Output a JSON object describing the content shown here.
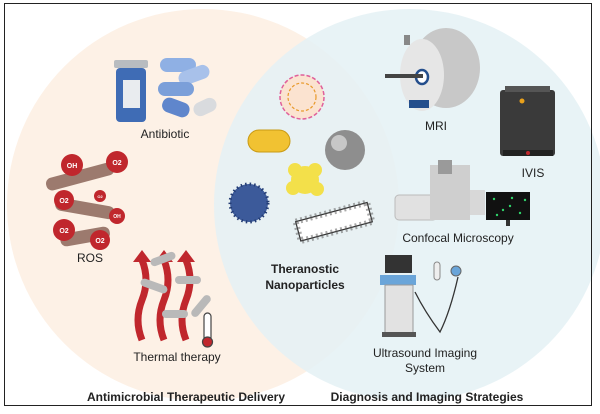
{
  "colors": {
    "left_circle": "#fdf1e6",
    "right_circle": "#e4f1f5",
    "border": "#222222",
    "accent_red": "#c0272d",
    "pill_blue": "#7b9fd9"
  },
  "left": {
    "section_title": "Antimicrobial Therapeutic Delivery",
    "items": [
      {
        "label": "Antibiotic",
        "icon": "antibiotic-bottle-and-pills-icon"
      },
      {
        "label": "ROS",
        "icon": "ros-bacteria-icon"
      },
      {
        "label": "Thermal therapy",
        "icon": "heat-thermometer-icon"
      }
    ],
    "ros_species": [
      "OH",
      "O2",
      "O2",
      "O2",
      "OH",
      "O2",
      "O2"
    ]
  },
  "center": {
    "label_line1": "Theranostic",
    "label_line2": "Nanoparticles",
    "icons": [
      "polymer-nanoparticle-icon",
      "gold-nanorod-icon",
      "metal-nanosphere-icon",
      "mesoporous-nanoparticle-icon",
      "nanoflower-icon",
      "carbon-nanotube-icon"
    ]
  },
  "right": {
    "section_title": "Diagnosis and Imaging Strategies",
    "items": [
      {
        "label": "MRI",
        "icon": "mri-scanner-icon"
      },
      {
        "label": "IVIS",
        "icon": "ivis-imager-icon"
      },
      {
        "label": "Confocal Microscopy",
        "icon": "confocal-microscope-icon"
      },
      {
        "label_line1": "Ultrasound Imaging",
        "label_line2": "System",
        "icon": "ultrasound-machine-icon"
      }
    ]
  }
}
